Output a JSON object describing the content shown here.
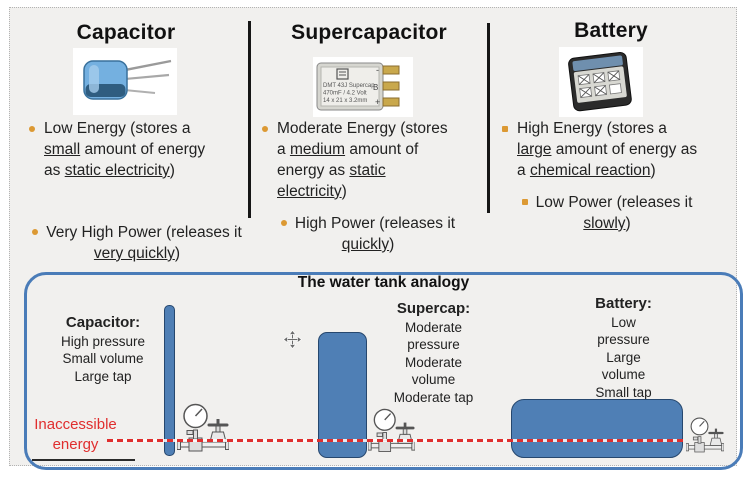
{
  "slide": {
    "columns": [
      {
        "title": "Capacitor",
        "bullet1": [
          {
            "t": "Low Energy (stores a "
          },
          {
            "t": "small",
            "u": true
          },
          {
            "t": " amount of energy as "
          },
          {
            "t": "static electricity",
            "u": true
          },
          {
            "t": ")"
          }
        ],
        "bullet2": [
          {
            "t": "Very High Power (releases it "
          },
          {
            "t": "very quickly",
            "u": true
          },
          {
            "t": ")"
          }
        ]
      },
      {
        "title": "Supercapacitor",
        "bullet1": [
          {
            "t": "Moderate Energy (stores a "
          },
          {
            "t": "medium",
            "u": true
          },
          {
            "t": " amount of energy as "
          },
          {
            "t": "static electricity",
            "u": true
          },
          {
            "t": ")"
          }
        ],
        "bullet2": [
          {
            "t": "High Power (releases it "
          },
          {
            "t": "quickly",
            "u": true
          },
          {
            "t": ")"
          }
        ]
      },
      {
        "title": "Battery",
        "bullet1": [
          {
            "t": "High Energy (stores a "
          },
          {
            "t": "large",
            "u": true
          },
          {
            "t": " amount of energy as a "
          },
          {
            "t": "chemical reaction",
            "u": true
          },
          {
            "t": ")"
          }
        ],
        "bullet2": [
          {
            "t": "Low Power (releases it "
          },
          {
            "t": "slowly",
            "u": true
          },
          {
            "t": ")"
          }
        ]
      }
    ],
    "supercap_chip": {
      "line1": "DMT 43J Supercap",
      "line2": "470mF / 4.2 Volt",
      "line3": "14 x 21 x 3.2mm",
      "marking": "B",
      "terminal_minus": "-",
      "terminal_plus": "+"
    },
    "analogy": {
      "title": "The water tank analogy",
      "capacitor": {
        "heading": "Capacitor:",
        "line1": "High pressure",
        "line2": "Small volume",
        "line3": "Large tap"
      },
      "supercap": {
        "heading": "Supercap:",
        "line1": "Moderate",
        "line2": "pressure",
        "line3": "Moderate",
        "line4": "volume",
        "line5": "Moderate tap"
      },
      "battery": {
        "heading": "Battery:",
        "line1": "Low",
        "line2": "pressure",
        "line3": "Large",
        "line4": "volume",
        "line5": "Small tap"
      },
      "inaccessible_line1": "Inaccessible",
      "inaccessible_line2": "energy"
    },
    "colors": {
      "accent_blue": "#4a7cb8",
      "tank_fill": "#4f7fb5",
      "bullet_orange": "#dc9933",
      "alert_red": "#e02e2e"
    },
    "icons": {
      "move_cursor": "four-direction-arrows",
      "pressure_gauge": "dial-gauge",
      "tap_valve": "hand-wheel-valve"
    }
  }
}
